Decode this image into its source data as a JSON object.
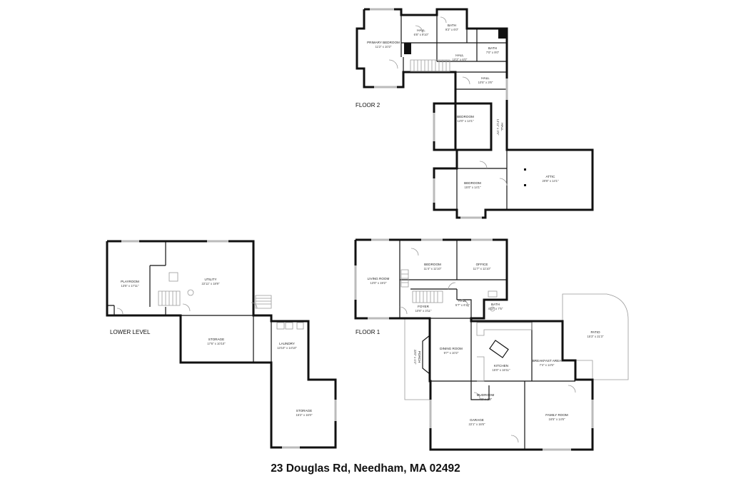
{
  "address": "23 Douglas Rd, Needham, MA 02492",
  "floor_labels": {
    "floor2": "FLOOR 2",
    "lower": "LOWER LEVEL",
    "floor1": "FLOOR 1"
  },
  "rooms": {
    "f2_primary": {
      "name": "PRIMARY BEDROOM",
      "dim": "11'2\" x 10'2\""
    },
    "f2_hall_a": {
      "name": "HALL",
      "dim": "6'8\" x 9'10\""
    },
    "f2_bath_a": {
      "name": "BATH",
      "dim": "9'2\" x 6'0\""
    },
    "f2_bath_b": {
      "name": "BATH",
      "dim": "7'0\" x 9'0\""
    },
    "f2_hall_b": {
      "name": "HALL",
      "dim": "10'2\" x 6'0\""
    },
    "f2_hall_c": {
      "name": "HALL",
      "dim": "10'5\" x 3'6\""
    },
    "f2_bedroom_a": {
      "name": "BEDROOM",
      "dim": "14'0\" x 14'1\""
    },
    "f2_hall_d": {
      "name": "HALL",
      "dim": "13'11\" x 3'5\""
    },
    "f2_bedroom_b": {
      "name": "BEDROOM",
      "dim": "15'0\" x 14'1\""
    },
    "f2_attic": {
      "name": "ATTIC",
      "dim": "20'8\" x 14'1\""
    },
    "ll_playroom": {
      "name": "PLAYROOM",
      "dim": "13'5\" x 17'11\""
    },
    "ll_utility": {
      "name": "UTILITY",
      "dim": "22'11\" x 18'9\""
    },
    "ll_storage_a": {
      "name": "STORAGE",
      "dim": "17'6\" x 10'10\""
    },
    "ll_laundry": {
      "name": "LAUNDRY",
      "dim": "13'10\" x 14'10\""
    },
    "ll_storage_b": {
      "name": "STORAGE",
      "dim": "15'2\" x 16'0\""
    },
    "f1_living": {
      "name": "LIVING ROOM",
      "dim": "13'0\" x 19'2\""
    },
    "f1_bedroom": {
      "name": "BEDROOM",
      "dim": "11'4\" x 11'10\""
    },
    "f1_office": {
      "name": "OFFICE",
      "dim": "11'7\" x 11'10\""
    },
    "f1_foyer": {
      "name": "FOYER",
      "dim": "10'6\" x 3'11\""
    },
    "f1_hall": {
      "name": "HALL",
      "dim": "5'7\" x 6'11\""
    },
    "f1_bath": {
      "name": "BATH",
      "dim": "4'10\" x 7'5\""
    },
    "f1_porch": {
      "name": "PORCH",
      "dim": "23'0\" x 4'4\""
    },
    "f1_dining": {
      "name": "DINING ROOM",
      "dim": "9'7\" x 10'2\""
    },
    "f1_kitchen": {
      "name": "KITCHEN",
      "dim": "15'0\" x 16'11\""
    },
    "f1_breakfast": {
      "name": "BREAKFAST AREA",
      "dim": "7'4\" x 14'5\""
    },
    "f1_patio": {
      "name": "PATIO",
      "dim": "15'3\" x 21'3\""
    },
    "f1_mudroom": {
      "name": "MUDROOM",
      "dim": "4'0\" x 2'9\""
    },
    "f1_garage": {
      "name": "GARAGE",
      "dim": "22'1\" x 16'6\""
    },
    "f1_family": {
      "name": "FAMILY ROOM",
      "dim": "16'5\" x 14'6\""
    }
  }
}
